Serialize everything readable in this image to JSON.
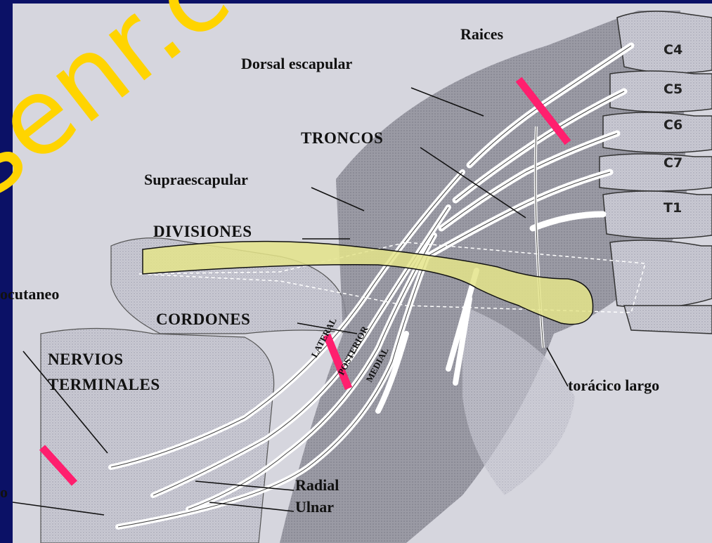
{
  "watermark": {
    "text": "senr.c"
  },
  "labels": {
    "raices": "Raices",
    "dorsal_escapular": "Dorsal escapular",
    "troncos": "TRONCOS",
    "supraescapular": "Supraescapular",
    "divisiones": "DIVISIONES",
    "cordones": "CORDONES",
    "musculocutaneo": "ocutaneo",
    "nervios_terminales_line1": "NERVIOS",
    "nervios_terminales_line2": "TERMINALES",
    "toracico_largo": "torácico largo",
    "radial": "Radial",
    "ulnar": "Ulnar",
    "mediano_fragment": "o"
  },
  "vertebrae": [
    "C4",
    "C5",
    "C6",
    "C7",
    "T1"
  ],
  "cord_labels": [
    "LATERAL",
    "POSTERIOR",
    "MEDIAL"
  ],
  "colors": {
    "background": "#0b1166",
    "watermark": "#ffd400",
    "highlight": "#e8e890",
    "marker": "#ff1f6e",
    "diagram_gray": "#bdbdc8"
  }
}
